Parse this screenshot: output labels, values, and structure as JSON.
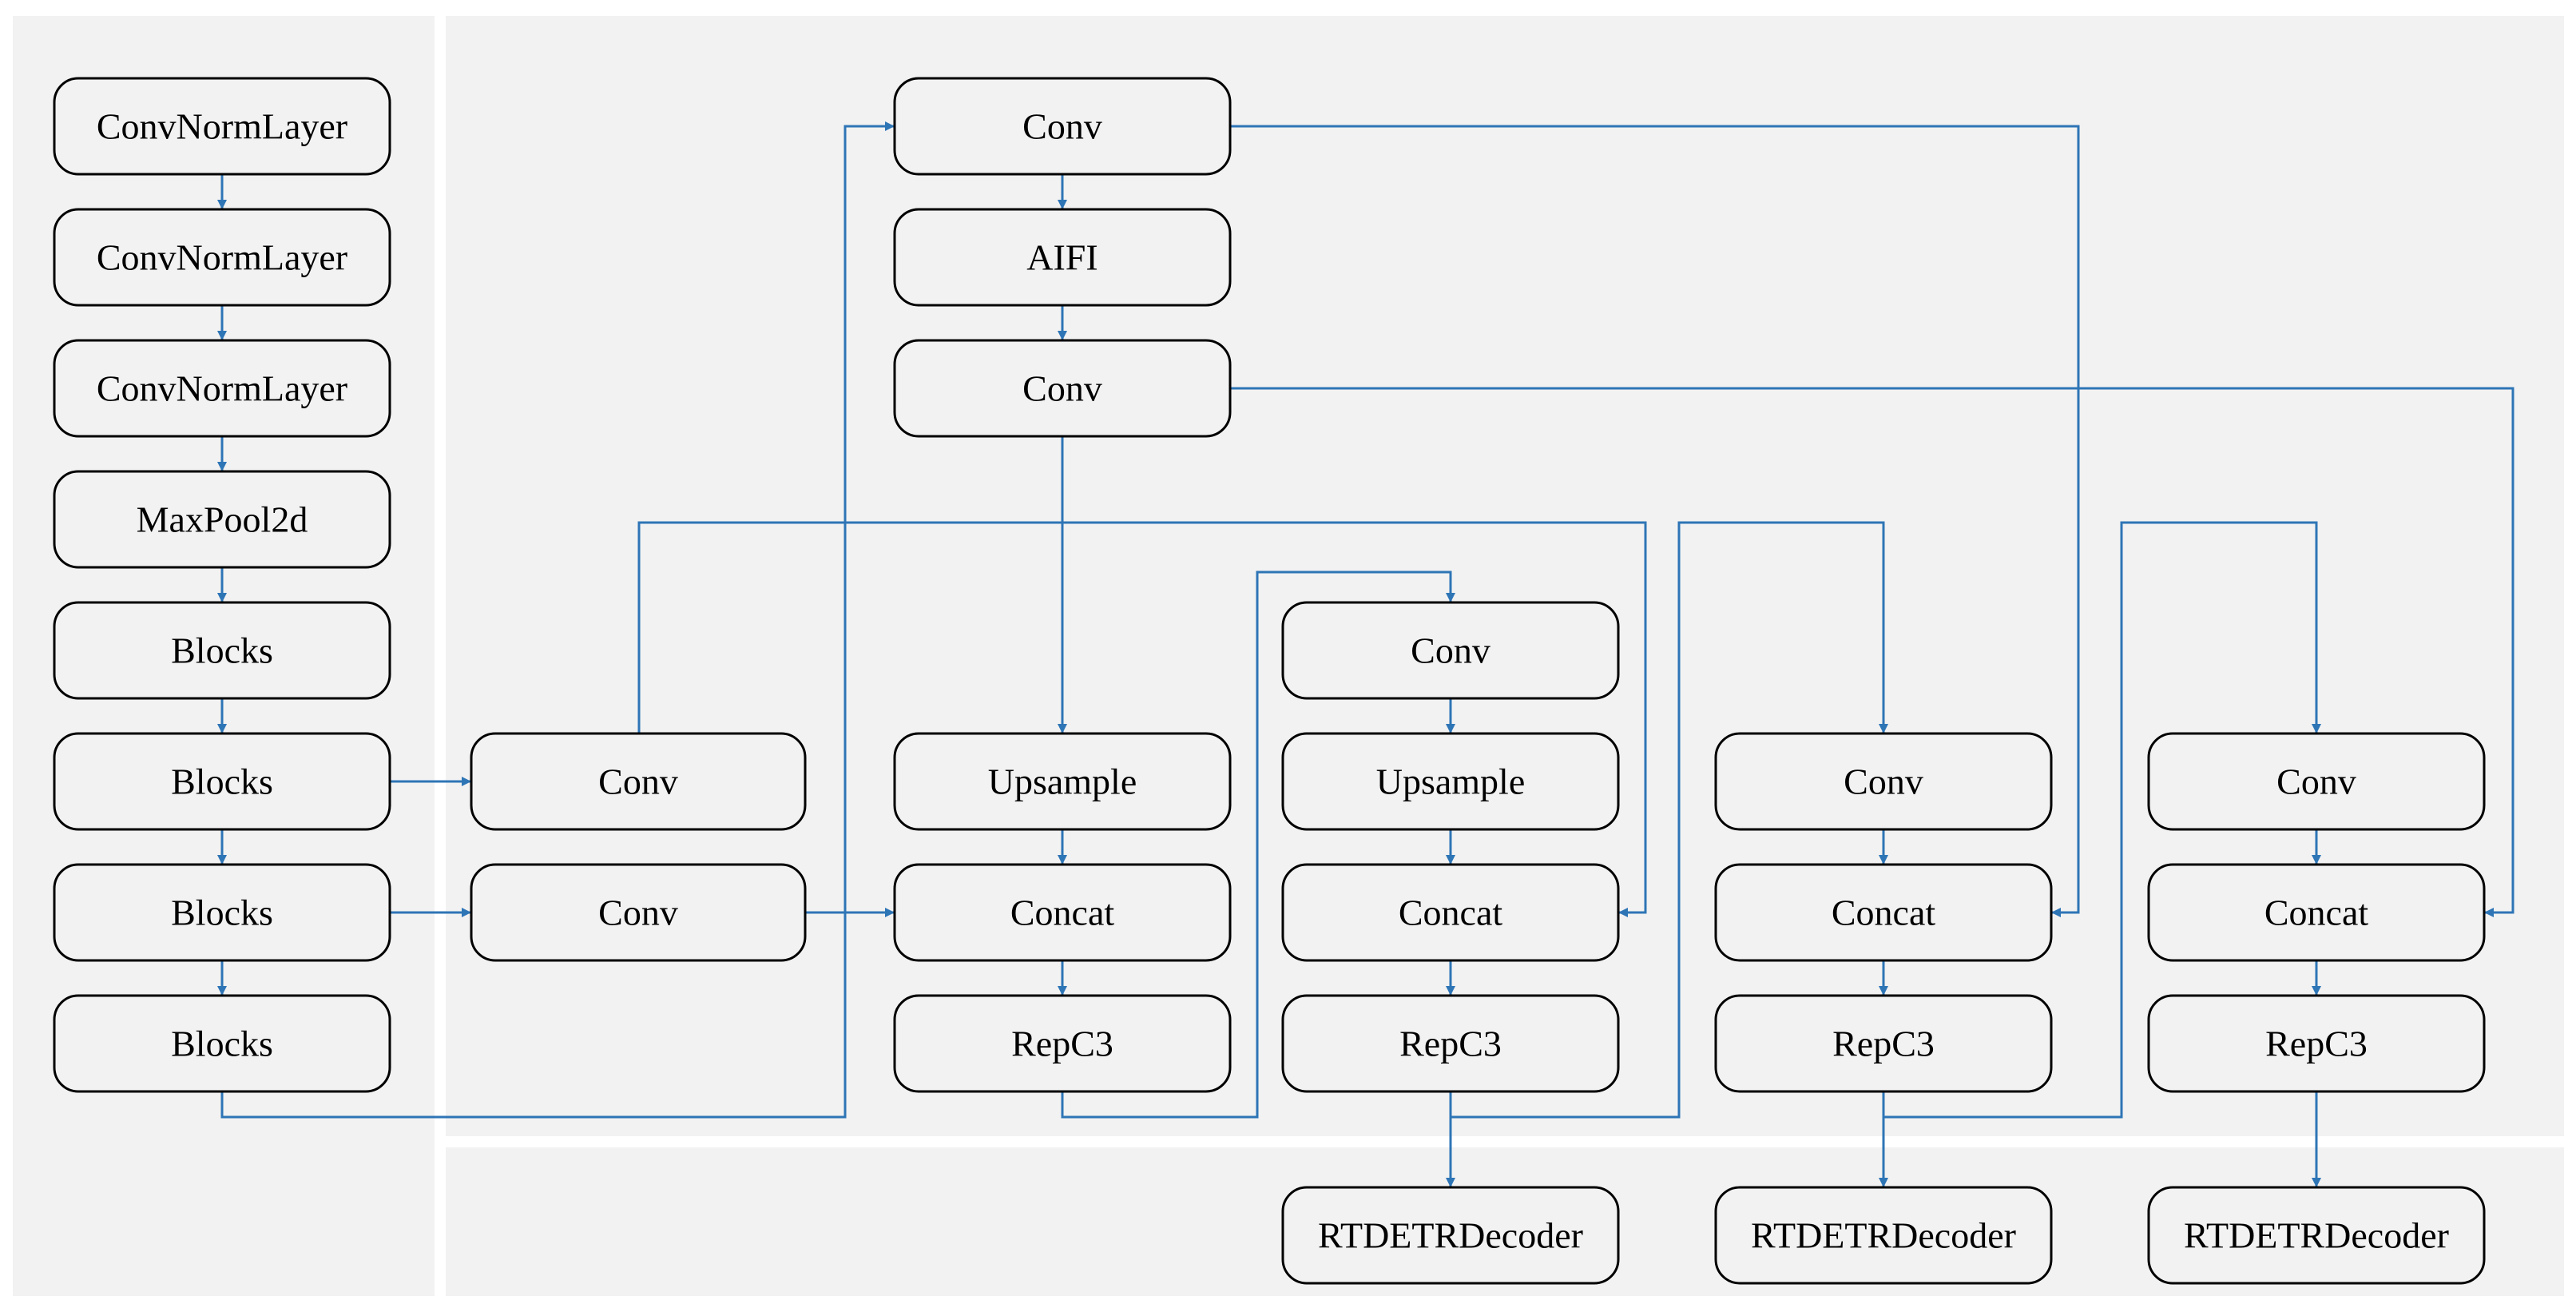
{
  "colors": {
    "panel": "#f2f2f2",
    "edge": "#2e75b6",
    "node_border": "#000000"
  },
  "backbone": {
    "nodes": [
      "ConvNormLayer",
      "ConvNormLayer",
      "ConvNormLayer",
      "MaxPool2d",
      "Blocks",
      "Blocks",
      "Blocks",
      "Blocks"
    ]
  },
  "neck": {
    "lateral": [
      "Conv",
      "Conv"
    ],
    "top": [
      "Conv",
      "AIFI",
      "Conv"
    ],
    "fuse1": [
      "Upsample",
      "Concat",
      "RepC3"
    ],
    "fuse2": [
      "Conv",
      "Upsample",
      "Concat",
      "RepC3"
    ],
    "fuse3": [
      "Conv",
      "Concat",
      "RepC3"
    ],
    "fuse4": [
      "Conv",
      "Concat",
      "RepC3"
    ]
  },
  "heads": [
    "RTDETRDecoder",
    "RTDETRDecoder",
    "RTDETRDecoder"
  ]
}
